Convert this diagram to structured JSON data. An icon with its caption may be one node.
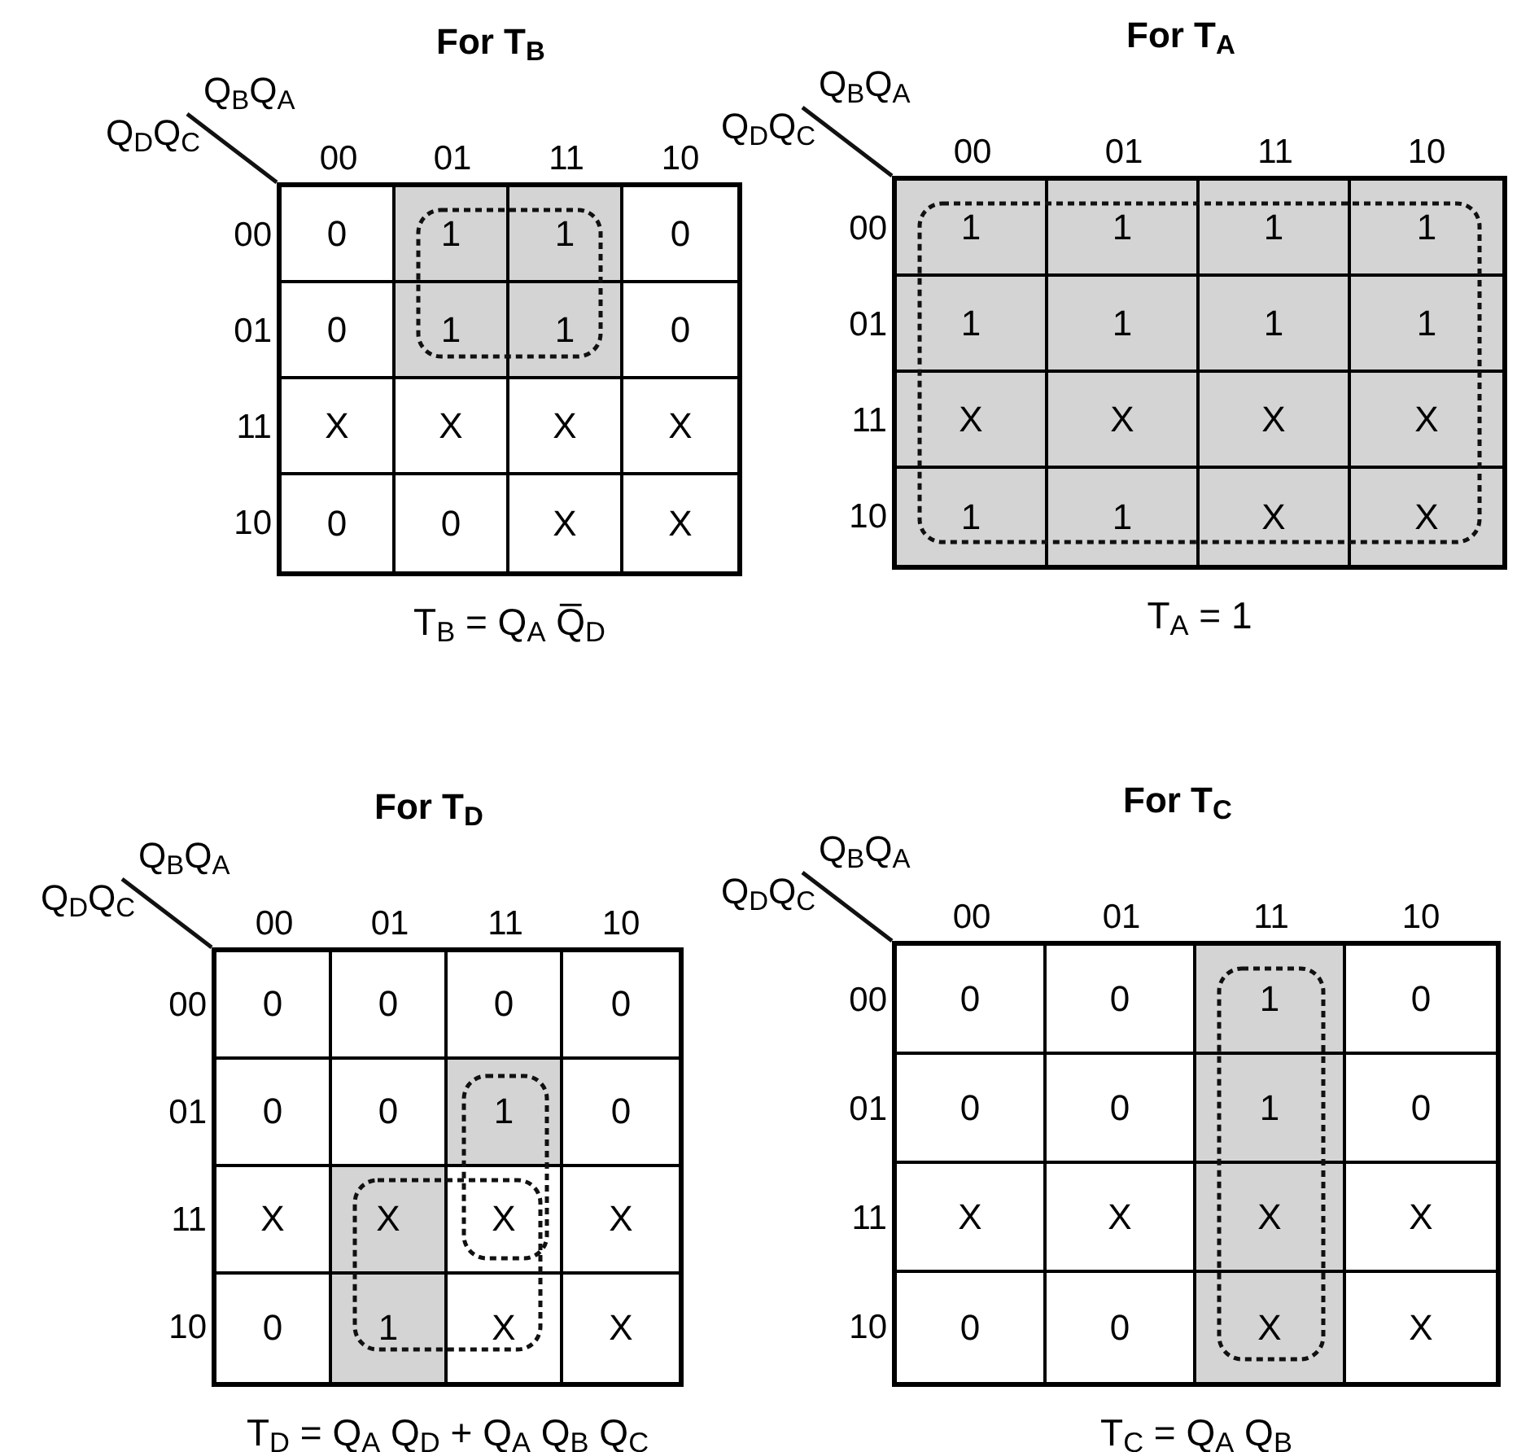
{
  "diagram": {
    "nodes": [
      {
        "text": [
          "For T$_{B}$"
        ],
        "beside": [
          "Q$_{B}$Q$_{A}$",
          "Q$_{D}$Q$_{C}$",
          "00",
          "01",
          "11",
          "10",
          "00",
          "01",
          "11",
          "10",
          "T$_{B}$ = Q$_{A}$ Q̅$_{D}$"
        ]
      },
      {
        "text": [
          "0"
        ],
        "in": 0
      },
      {
        "text": [
          "1"
        ],
        "in": 0
      },
      {
        "text": [
          "1"
        ],
        "in": 0
      },
      {
        "text": [
          "0"
        ],
        "in": 0
      },
      {
        "text": [
          "0"
        ],
        "in": 0
      },
      {
        "text": [
          "1"
        ],
        "in": 0
      },
      {
        "text": [
          "1"
        ],
        "in": 0
      },
      {
        "text": [
          "0"
        ],
        "in": 0
      },
      {
        "text": [
          "X"
        ],
        "in": 0
      },
      {
        "text": [
          "X"
        ],
        "in": 0
      },
      {
        "text": [
          "X"
        ],
        "in": 0
      },
      {
        "text": [
          "X"
        ],
        "in": 0
      },
      {
        "text": [
          "0"
        ],
        "in": 0
      },
      {
        "text": [
          "0"
        ],
        "in": 0
      },
      {
        "text": [
          "X"
        ],
        "in": 0
      },
      {
        "text": [
          "X"
        ],
        "in": 0
      },
      {
        "text": [
          "For T$_{A}$"
        ],
        "beside": [
          "Q$_{B}$Q$_{A}$",
          "Q$_{D}$Q$_{C}$",
          "00",
          "01",
          "11",
          "10",
          "00",
          "01",
          "11",
          "10",
          "T$_{A}$ = 1"
        ]
      },
      {
        "text": [
          "1"
        ],
        "in": 17
      },
      {
        "text": [
          "1"
        ],
        "in": 17
      },
      {
        "text": [
          "1"
        ],
        "in": 17
      },
      {
        "text": [
          "1"
        ],
        "in": 17
      },
      {
        "text": [
          "1"
        ],
        "in": 17
      },
      {
        "text": [
          "1"
        ],
        "in": 17
      },
      {
        "text": [
          "1"
        ],
        "in": 17
      },
      {
        "text": [
          "1"
        ],
        "in": 17
      },
      {
        "text": [
          "X"
        ],
        "in": 17
      },
      {
        "text": [
          "X"
        ],
        "in": 17
      },
      {
        "text": [
          "X"
        ],
        "in": 17
      },
      {
        "text": [
          "X"
        ],
        "in": 17
      },
      {
        "text": [
          "1"
        ],
        "in": 17
      },
      {
        "text": [
          "1"
        ],
        "in": 17
      },
      {
        "text": [
          "X"
        ],
        "in": 17
      },
      {
        "text": [
          "X"
        ],
        "in": 17
      },
      {
        "text": [
          "For T$_{D}$"
        ],
        "beside": [
          "Q$_{B}$Q$_{A}$",
          "Q$_{D}$Q$_{C}$",
          "00",
          "01",
          "11",
          "10",
          "00",
          "01",
          "11",
          "10",
          "T$_{D}$ = Q$_{A}$ Q$_{D}$ + Q$_{A}$ Q$_{B}$ Q$_{C}$"
        ]
      },
      {
        "text": [
          "0"
        ],
        "in": 34
      },
      {
        "text": [
          "0"
        ],
        "in": 34
      },
      {
        "text": [
          "0"
        ],
        "in": 34
      },
      {
        "text": [
          "0"
        ],
        "in": 34
      },
      {
        "text": [
          "0"
        ],
        "in": 34
      },
      {
        "text": [
          "0"
        ],
        "in": 34
      },
      {
        "text": [
          "1"
        ],
        "in": 34
      },
      {
        "text": [
          "0"
        ],
        "in": 34
      },
      {
        "text": [
          "X"
        ],
        "in": 34
      },
      {
        "text": [
          "X"
        ],
        "in": 34
      },
      {
        "text": [
          "X"
        ],
        "in": 34
      },
      {
        "text": [
          "X"
        ],
        "in": 34
      },
      {
        "text": [
          "0"
        ],
        "in": 34
      },
      {
        "text": [
          "1"
        ],
        "in": 34
      },
      {
        "text": [
          "X"
        ],
        "in": 34
      },
      {
        "text": [
          "X"
        ],
        "in": 34
      },
      {
        "text": [
          "For T$_{C}$"
        ],
        "beside": [
          "Q$_{B}$Q$_{A}$",
          "Q$_{D}$Q$_{C}$",
          "00",
          "01",
          "11",
          "10",
          "00",
          "01",
          "11",
          "10",
          "T$_{C}$ = Q$_{A}$ Q$_{B}$"
        ]
      },
      {
        "text": [
          "0"
        ],
        "in": 51
      },
      {
        "text": [
          "0"
        ],
        "in": 51
      },
      {
        "text": [
          "1"
        ],
        "in": 51
      },
      {
        "text": [
          "0"
        ],
        "in": 51
      },
      {
        "text": [
          "0"
        ],
        "in": 51
      },
      {
        "text": [
          "0"
        ],
        "in": 51
      },
      {
        "text": [
          "1"
        ],
        "in": 51
      },
      {
        "text": [
          "0"
        ],
        "in": 51
      },
      {
        "text": [
          "X"
        ],
        "in": 51
      },
      {
        "text": [
          "X"
        ],
        "in": 51
      },
      {
        "text": [
          "X"
        ],
        "in": 51
      },
      {
        "text": [
          "X"
        ],
        "in": 51
      },
      {
        "text": [
          "0"
        ],
        "in": 51
      },
      {
        "text": [
          "0"
        ],
        "in": 51
      },
      {
        "text": [
          "X"
        ],
        "in": 51
      },
      {
        "text": [
          "X"
        ],
        "in": 51
      }
    ]
  }
}
